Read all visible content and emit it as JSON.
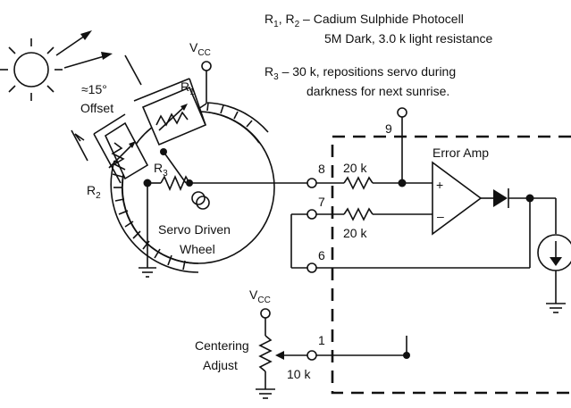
{
  "notes": {
    "photocell_line1_a": "R",
    "photocell_line1_sub1": "1",
    "photocell_line1_b": ", R",
    "photocell_line1_sub2": "2",
    "photocell_line1_c": " – Cadium Sulphide Photocell",
    "photocell_line2": "5M Dark, 3.0 k light resistance",
    "r3_line1_a": "R",
    "r3_line1_sub": "3",
    "r3_line1_b": " – 30 k, repositions servo during",
    "r3_line2": "darkness for next sunrise."
  },
  "labels": {
    "vcc_top_main": "V",
    "vcc_top_sub": "CC",
    "vcc_bottom_main": "V",
    "vcc_bottom_sub": "CC",
    "r1_main": "R",
    "r1_sub": "1",
    "r2_main": "R",
    "r2_sub": "2",
    "r3_main": "R",
    "r3_sub": "3",
    "angle": "≈15°",
    "offset": "Offset",
    "wheel_line1": "Servo Driven",
    "wheel_line2": "Wheel",
    "error_amp": "Error Amp",
    "plus": "+",
    "minus": "–",
    "res_top": "20 k",
    "res_bottom": "20 k",
    "pin9": "9",
    "pin8": "8",
    "pin7": "7",
    "pin6": "6",
    "pin1": "1",
    "centering_line1": "Centering",
    "centering_line2": "Adjust",
    "pot_value": "10 k"
  },
  "colors": {
    "ink": "#111111",
    "background": "#ffffff"
  }
}
